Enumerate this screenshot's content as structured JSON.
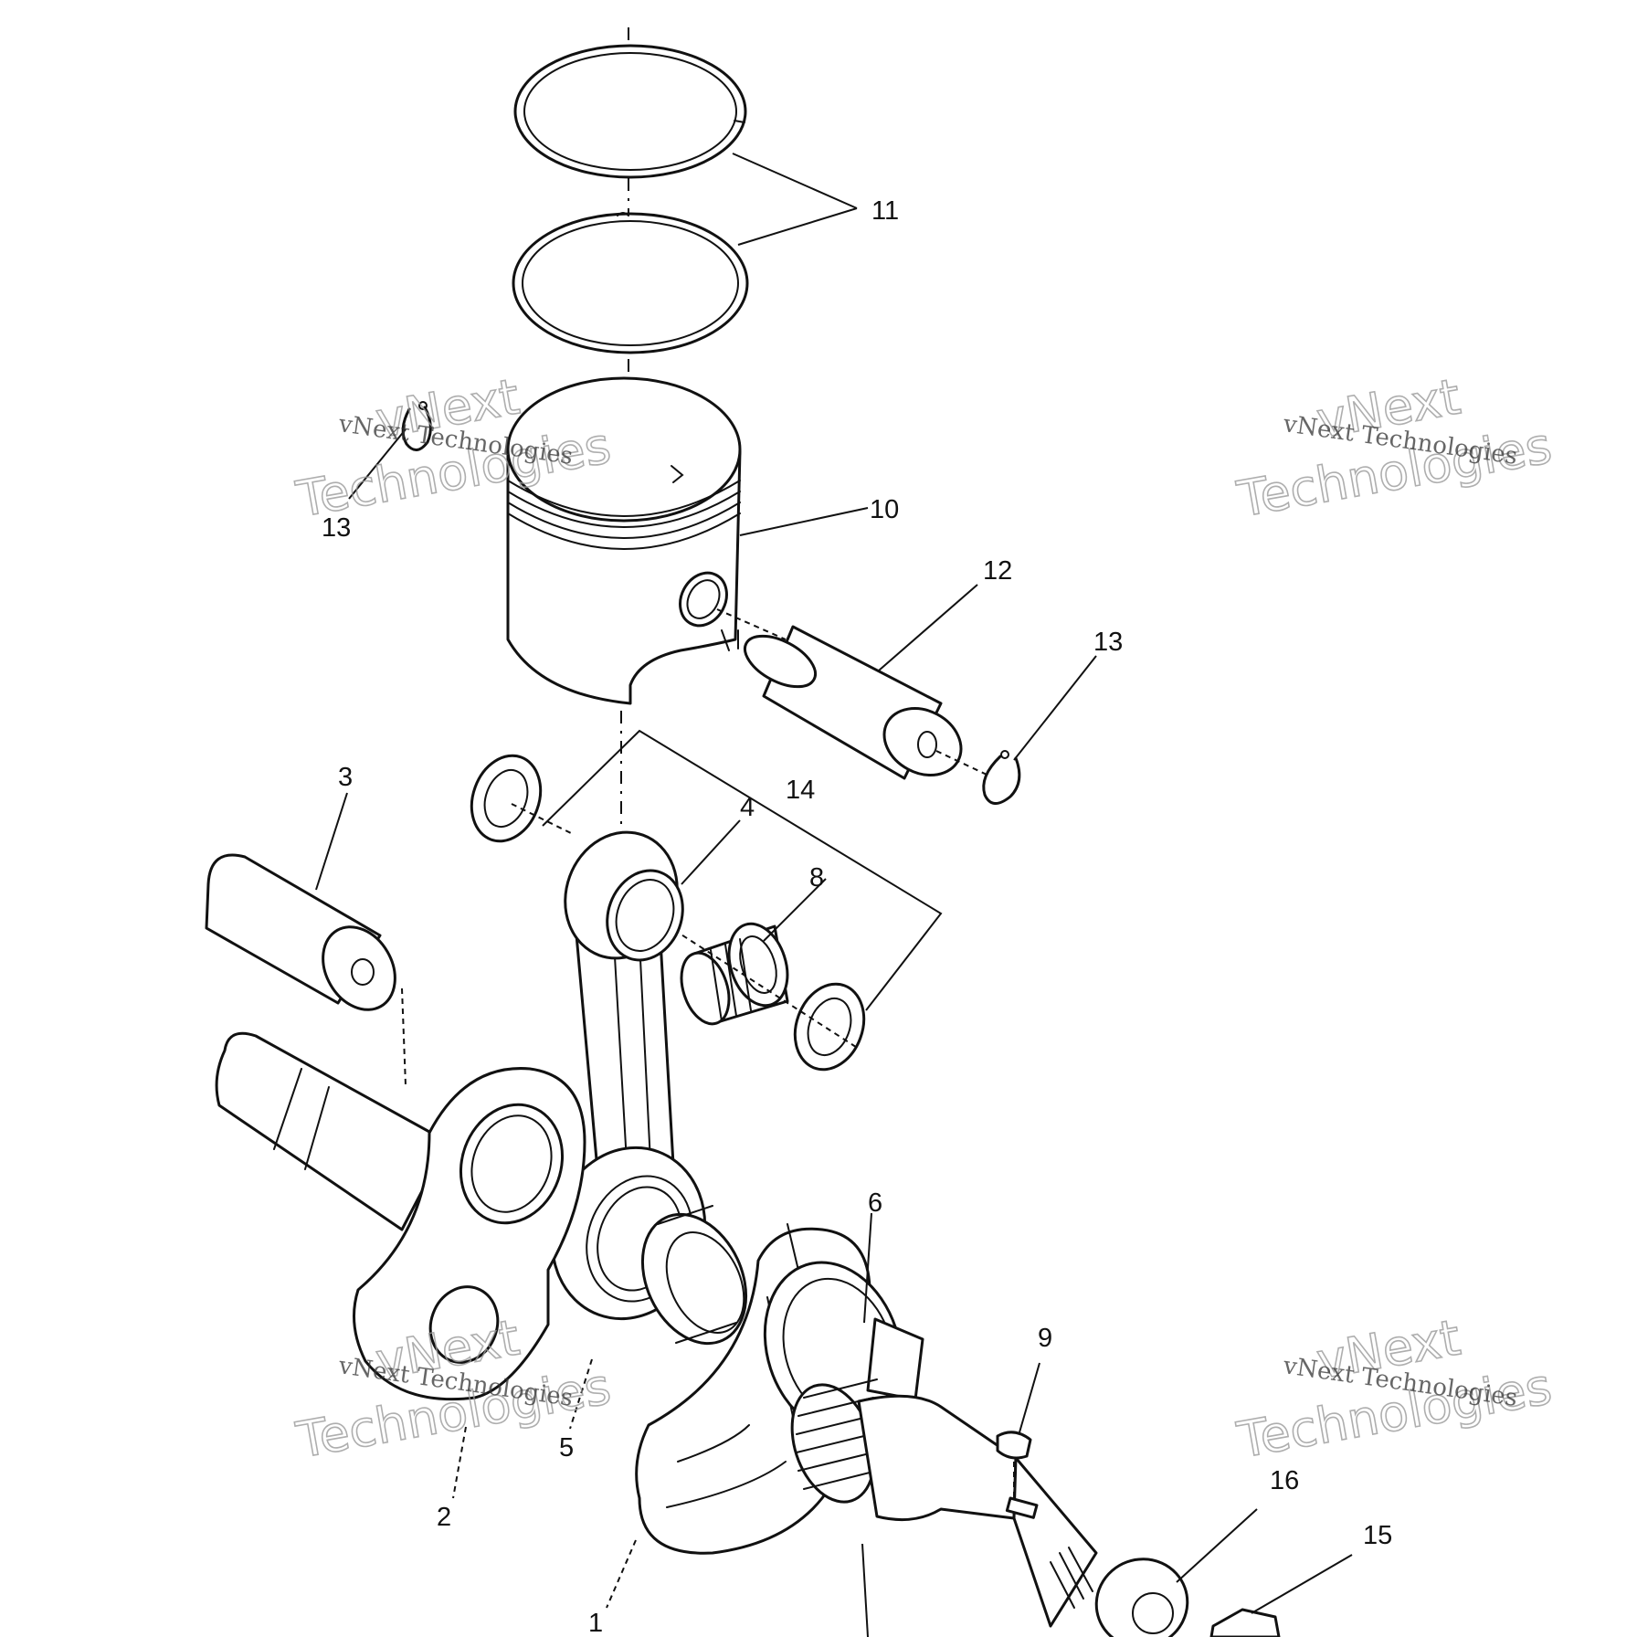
{
  "diagram": {
    "callouts": {
      "c1": "1",
      "c2": "2",
      "c3": "3",
      "c4": "4",
      "c5": "5",
      "c6": "6",
      "c8": "8",
      "c9": "9",
      "c10": "10",
      "c11": "11",
      "c12": "12",
      "c13a": "13",
      "c13b": "13",
      "c14": "14",
      "c15": "15",
      "c16": "16"
    },
    "watermark": {
      "line": "vNext Technologies",
      "word1": "vNext",
      "word2": "Technologies"
    }
  }
}
